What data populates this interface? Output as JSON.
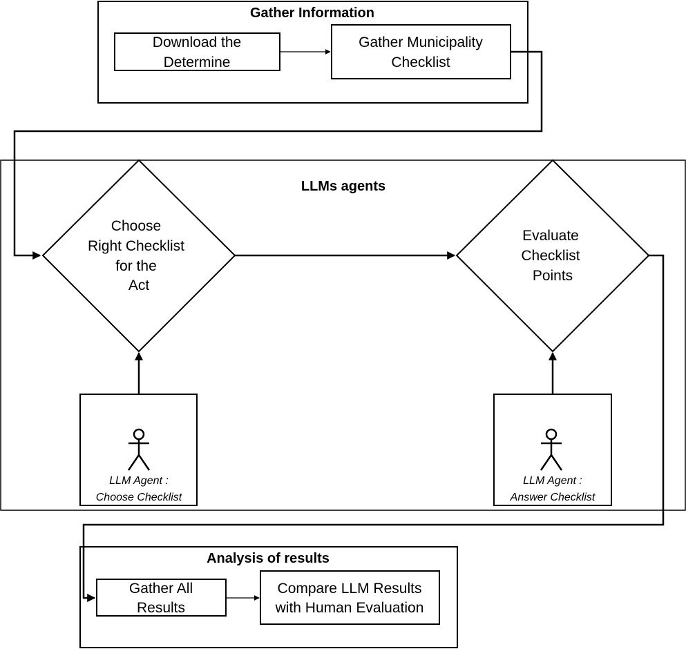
{
  "groups": {
    "gather": {
      "title": "Gather Information"
    },
    "agents": {
      "title": "LLMs agents"
    },
    "analysis": {
      "title": "Analysis of results"
    }
  },
  "nodes": {
    "download": {
      "lines": [
        "Download the",
        "Determine"
      ]
    },
    "municipality": {
      "lines": [
        "Gather Municipality",
        "Checklist"
      ]
    },
    "choose": {
      "lines": [
        "Choose",
        "Right Checklist",
        "for the",
        "Act"
      ]
    },
    "evaluate": {
      "lines": [
        "Evaluate",
        "Checklist",
        "Points"
      ]
    },
    "gather_all": {
      "lines": [
        "Gather All",
        "Results"
      ]
    },
    "compare": {
      "lines": [
        "Compare LLM Results",
        "with Human Evaluation"
      ]
    }
  },
  "actors": {
    "choose_agent": {
      "lines": [
        "LLM Agent :",
        "Choose Checklist"
      ]
    },
    "answer_agent": {
      "lines": [
        "LLM Agent :",
        "Answer Checklist"
      ]
    }
  }
}
